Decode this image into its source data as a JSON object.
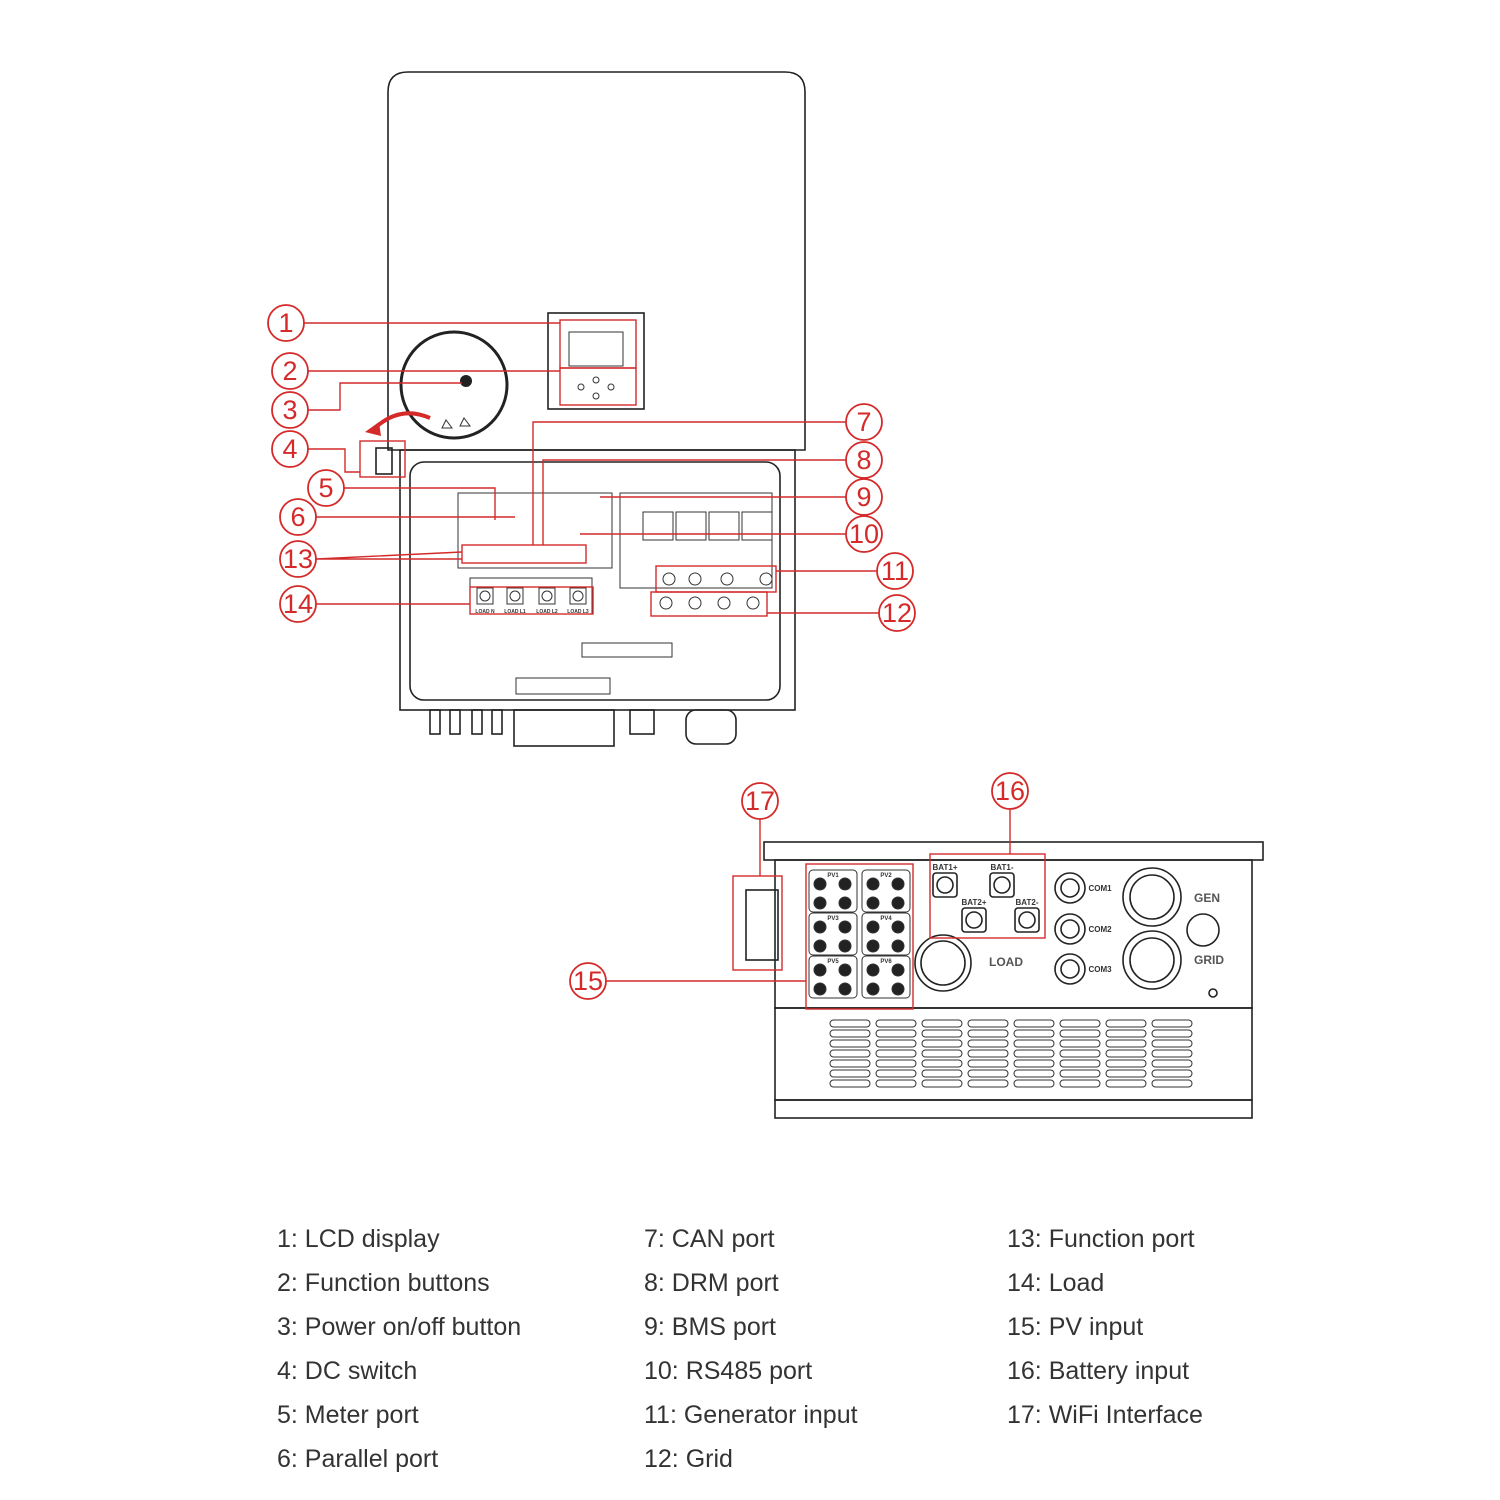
{
  "callouts": [
    "1",
    "2",
    "3",
    "4",
    "5",
    "6",
    "7",
    "8",
    "9",
    "10",
    "11",
    "12",
    "13",
    "14",
    "15",
    "16",
    "17"
  ],
  "port_labels": {
    "pv": [
      "PV1",
      "PV2",
      "PV3",
      "PV4",
      "PV5",
      "PV6"
    ],
    "bat": [
      "BAT1+",
      "BAT1-",
      "BAT2+",
      "BAT2-"
    ],
    "com": [
      "COM1",
      "COM2",
      "COM3"
    ],
    "load": "LOAD",
    "gen": "GEN",
    "grid": "GRID",
    "load_terminals": [
      "LOAD N",
      "LOAD L1",
      "LOAD L2",
      "LOAD L3"
    ]
  },
  "legend": {
    "col1": [
      "1: LCD display",
      "2: Function buttons",
      "3: Power on/off button",
      "4: DC switch",
      "5: Meter port",
      "6: Parallel port"
    ],
    "col2": [
      "7: CAN port",
      "8: DRM port",
      "9: BMS port",
      "10: RS485 port",
      "11: Generator input",
      "12: Grid"
    ],
    "col3": [
      "13: Function port",
      "14: Load",
      "15: PV input",
      "16: Battery input",
      "17: WiFi Interface"
    ]
  },
  "colors": {
    "callout": "#d42a2a",
    "line": "#222222"
  }
}
